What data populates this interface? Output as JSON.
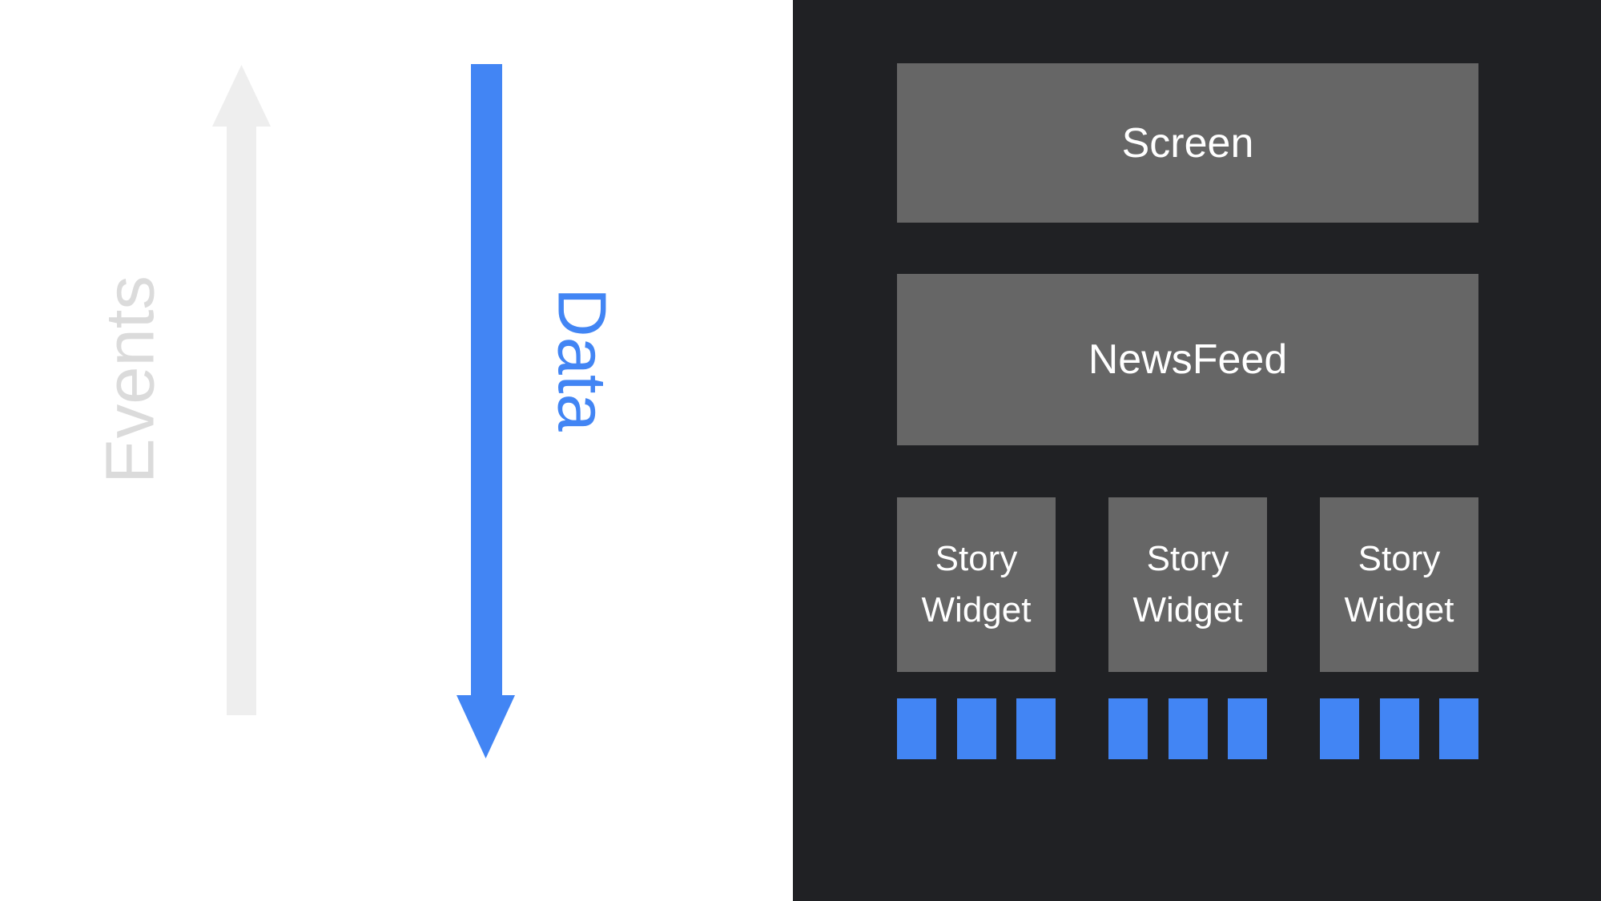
{
  "diagram": {
    "left": {
      "events_label": "Events",
      "data_label": "Data"
    },
    "widget_tree": {
      "screen_label": "Screen",
      "newsfeed_label": "NewsFeed",
      "story_widgets": [
        {
          "label": "Story Widget",
          "data_chip_count": 3
        },
        {
          "label": "Story Widget",
          "data_chip_count": 3
        },
        {
          "label": "Story Widget",
          "data_chip_count": 3
        }
      ]
    }
  },
  "colors": {
    "background_left": "#FFFFFF",
    "background_panel": "#202124",
    "box_gray": "#666666",
    "accent_blue": "#4285F4",
    "events_text_gray": "#DBDBDB",
    "events_arrow_gray": "#EEEEEE",
    "box_text_white": "#FFFFFF"
  }
}
